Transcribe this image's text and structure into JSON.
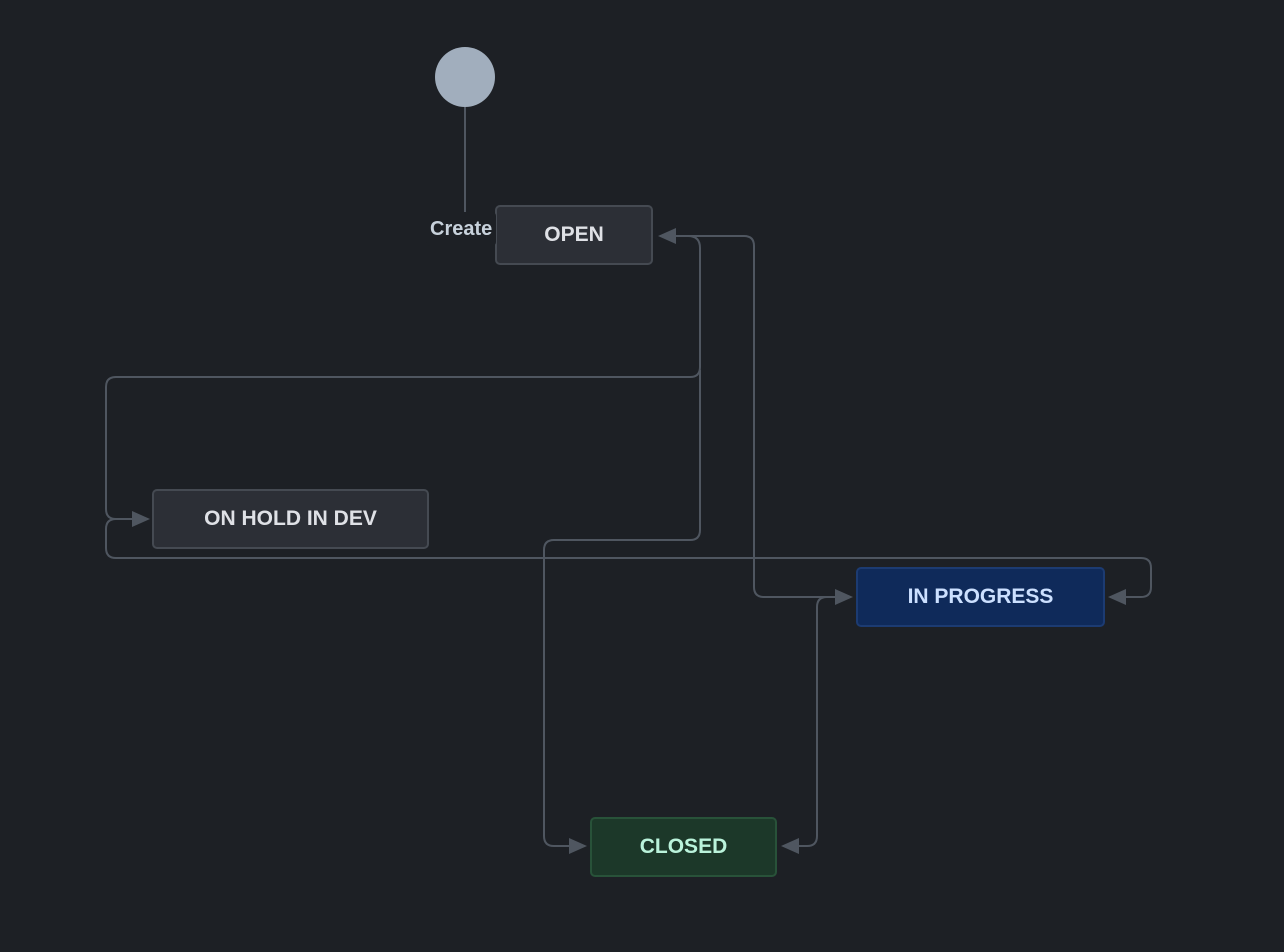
{
  "workflow": {
    "start_transition_label": "Create",
    "statuses": {
      "open": "OPEN",
      "on_hold": "ON HOLD IN DEV",
      "in_progress": "IN PROGRESS",
      "closed": "CLOSED"
    },
    "colors": {
      "background": "#1d2025",
      "edge": "#4f5660",
      "todo": "#2c2f36",
      "in_progress": "#0f2a5a",
      "done": "#1c3829"
    }
  }
}
